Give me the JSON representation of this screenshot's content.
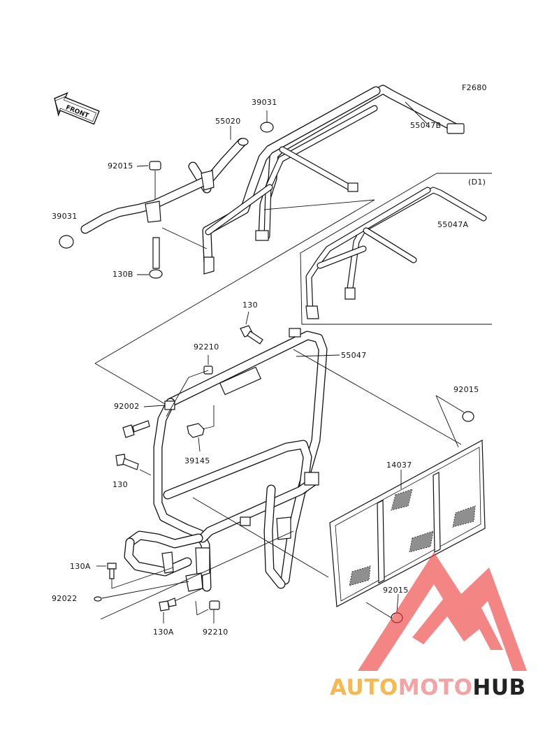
{
  "figure_code": "F2680",
  "front_arrow": "FRONT",
  "variant_tag": "(D1)",
  "callouts": {
    "c_39031_top": "39031",
    "c_55020": "55020",
    "c_55047B": "55047B",
    "c_92015_top": "92015",
    "c_39031_left": "39031",
    "c_130B": "130B",
    "c_55047A": "55047A",
    "c_130_top": "130",
    "c_55047": "55047",
    "c_92210_top": "92210",
    "c_92015_right": "92015",
    "c_92002": "92002",
    "c_39145": "39145",
    "c_14037": "14037",
    "c_130_left": "130",
    "c_130A_left": "130A",
    "c_92015_bottom": "92015",
    "c_92022": "92022",
    "c_130A_bottom": "130A",
    "c_92210_bottom": "92210"
  },
  "watermark": {
    "part1": "AUTO",
    "part2": "MOTO",
    "part3": "HUB",
    "color1": "#F5B94F",
    "color2": "#F3A3A3",
    "color3": "#222222",
    "logo_color": "#EE3B3B"
  }
}
